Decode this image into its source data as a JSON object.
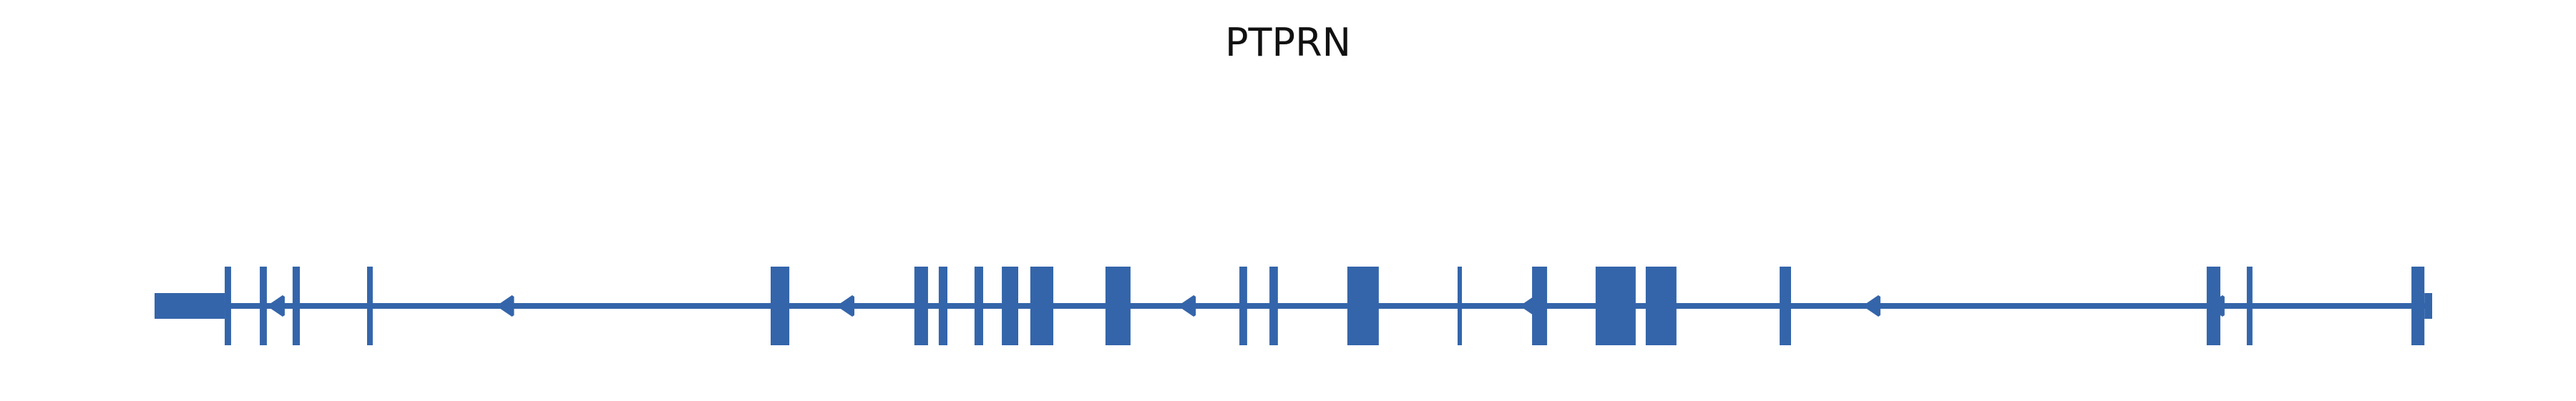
{
  "chart_data": {
    "type": "gene-structure",
    "title": "PTPRN",
    "strand": "-",
    "color": "#3465AA",
    "gene_range": [
      0,
      10000
    ],
    "utrs": [
      [
        0,
        308
      ],
      [
        9966,
        10000
      ]
    ],
    "exons": [
      [
        308,
        336
      ],
      [
        462,
        493
      ],
      [
        606,
        638
      ],
      [
        933,
        958
      ],
      [
        2705,
        2787
      ],
      [
        3336,
        3396
      ],
      [
        3443,
        3481
      ],
      [
        3600,
        3638
      ],
      [
        3720,
        3792
      ],
      [
        3845,
        3946
      ],
      [
        4175,
        4285
      ],
      [
        4763,
        4797
      ],
      [
        4895,
        4932
      ],
      [
        5237,
        5375
      ],
      [
        5721,
        5740
      ],
      [
        6048,
        6114
      ],
      [
        6327,
        6503
      ],
      [
        6547,
        6682
      ],
      [
        7135,
        7185
      ],
      [
        9010,
        9070
      ],
      [
        9186,
        9211
      ],
      [
        9909,
        9966
      ]
    ],
    "strand_arrows": [
      493,
      1500,
      2994,
      4493,
      5994,
      7499,
      9010
    ]
  }
}
